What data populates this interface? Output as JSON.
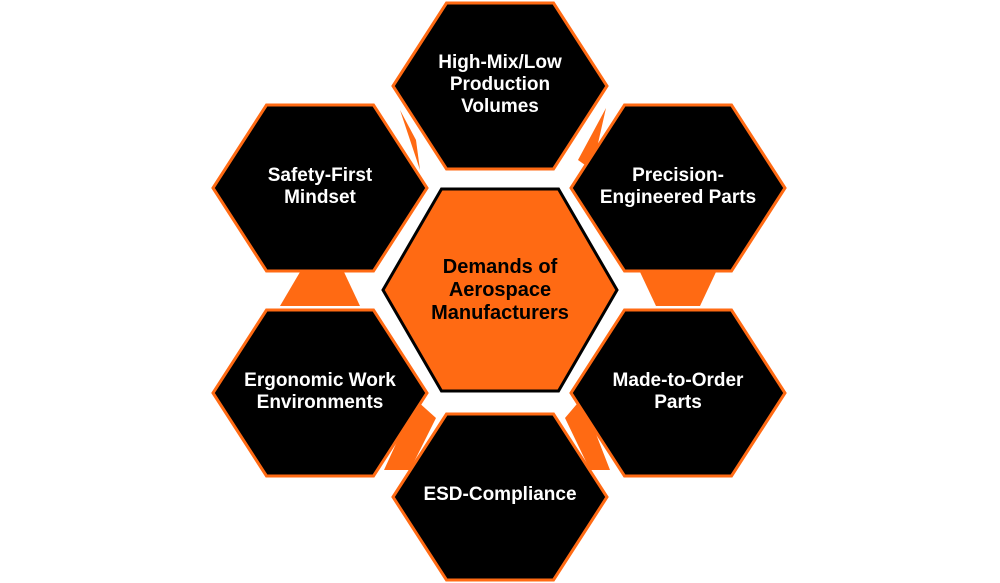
{
  "colors": {
    "accent": "#ff6a13",
    "hex_fill": "#000000",
    "hex_stroke": "#ff6a13",
    "text_light": "#ffffff",
    "text_dark": "#000000"
  },
  "center": {
    "label": "Demands of\nAerospace\nManufacturers"
  },
  "outer": {
    "top": "High-Mix/Low\nProduction\nVolumes",
    "upper_right": "Precision-\nEngineered Parts",
    "lower_right": "Made-to-Order\nParts",
    "bottom": "ESD-Compliance",
    "lower_left": "Ergonomic Work\nEnvironments",
    "upper_left": "Safety-First\nMindset"
  }
}
